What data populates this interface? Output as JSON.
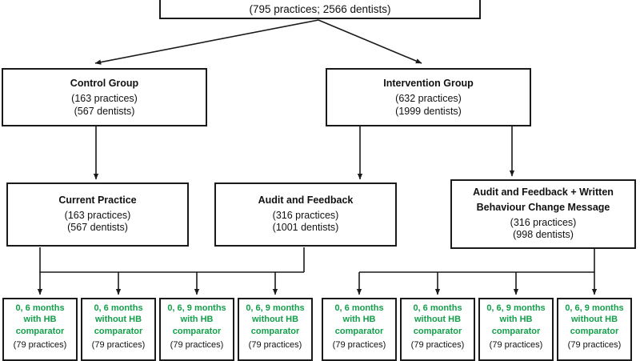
{
  "diagram": {
    "type": "trial-flow-chart",
    "colors": {
      "group_title": "#e03a3a",
      "arm_title": "#1f3864",
      "leaf_title": "#13a04a",
      "box_border": "#1a1a1a",
      "connector": "#1a1a1a",
      "background": "#ffffff",
      "body_text": "#111111"
    },
    "enrollment": {
      "summary": "(795 practices; 2566 dentists)"
    },
    "groups": [
      {
        "title": "Control Group",
        "practices": "(163 practices)",
        "dentists": "(567 dentists)"
      },
      {
        "title": "Intervention Group",
        "practices": "(632 practices)",
        "dentists": "(1999 dentists)"
      }
    ],
    "arms": [
      {
        "title_line_1": "Current Practice",
        "title_line_2": "",
        "practices": "(163 practices)",
        "dentists": "(567 dentists)"
      },
      {
        "title_line_1": "Audit and Feedback",
        "title_line_2": "",
        "practices": "(316 practices)",
        "dentists": "(1001 dentists)"
      },
      {
        "title_line_1": "Audit and Feedback + Written",
        "title_line_2": "Behaviour Change Message",
        "practices": "(316 practices)",
        "dentists": "(998 dentists)"
      }
    ],
    "leaves": [
      {
        "schedule": "0, 6 months",
        "comparator": "with HB",
        "comparator_line_2": "comparator",
        "practices": "(79 practices)"
      },
      {
        "schedule": "0, 6 months",
        "comparator": "without HB",
        "comparator_line_2": "comparator",
        "practices": "(79 practices)"
      },
      {
        "schedule": "0, 6, 9 months",
        "comparator": "with HB",
        "comparator_line_2": "comparator",
        "practices": "(79 practices)"
      },
      {
        "schedule": "0, 6, 9 months",
        "comparator": "without HB",
        "comparator_line_2": "comparator",
        "practices": "(79 practices)"
      },
      {
        "schedule": "0, 6 months",
        "comparator": "with HB",
        "comparator_line_2": "comparator",
        "practices": "(79 practices)"
      },
      {
        "schedule": "0, 6 months",
        "comparator": "without HB",
        "comparator_line_2": "comparator",
        "practices": "(79 practices)"
      },
      {
        "schedule": "0, 6, 9 months",
        "comparator": "with HB",
        "comparator_line_2": "comparator",
        "practices": "(79 practices)"
      },
      {
        "schedule": "0, 6, 9 months",
        "comparator": "without HB",
        "comparator_line_2": "comparator",
        "practices": "(79 practices)"
      }
    ]
  }
}
